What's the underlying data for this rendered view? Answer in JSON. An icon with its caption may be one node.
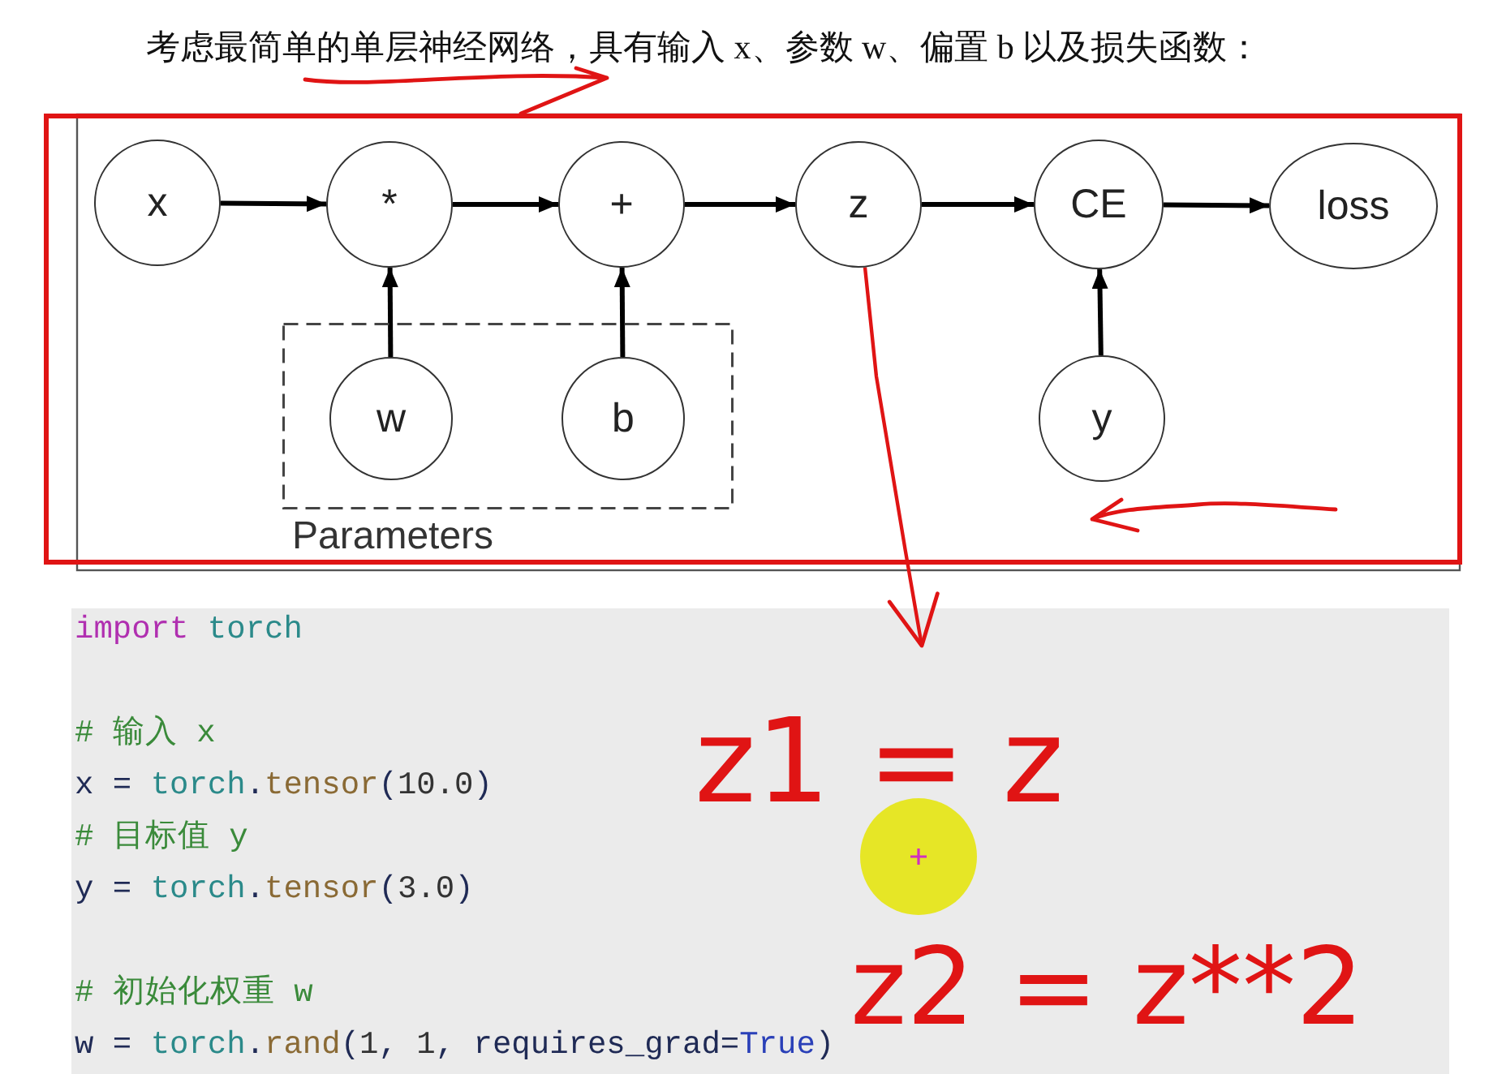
{
  "diagram": {
    "title": "考虑最简单的单层神经网络，具有输入 x、参数 w、偏置 b 以及损失函数：",
    "nodes": [
      {
        "text": [
          "x"
        ]
      },
      {
        "text": [
          "*"
        ]
      },
      {
        "text": [
          "+"
        ]
      },
      {
        "text": [
          "z"
        ]
      },
      {
        "text": [
          "CE"
        ]
      },
      {
        "text": [
          "loss"
        ]
      },
      {
        "text": [
          "Parameters"
        ]
      },
      {
        "text": [
          "w"
        ],
        "in": 6
      },
      {
        "text": [
          "b"
        ],
        "in": 6
      },
      {
        "text": [
          "y"
        ]
      }
    ],
    "edges": [
      {
        "from": 0,
        "to": 1,
        "arrow": "to"
      },
      {
        "from": 1,
        "to": 2,
        "arrow": "to"
      },
      {
        "from": 2,
        "to": 3,
        "arrow": "to"
      },
      {
        "from": 3,
        "to": 4,
        "arrow": "to"
      },
      {
        "from": 4,
        "to": 5,
        "arrow": "to"
      },
      {
        "from": 7,
        "to": 1,
        "arrow": "to"
      },
      {
        "from": 8,
        "to": 2,
        "arrow": "to"
      },
      {
        "from": 9,
        "to": 4,
        "arrow": "to"
      },
      {
        "from": 3,
        "to": null,
        "arrow": "to",
        "color": "#e01414"
      }
    ],
    "labels": [
      "import torch",
      "# 输入 x",
      "x = torch.tensor(10.0)",
      "# 目标值 y",
      "y = torch.tensor(3.0)",
      "# 初始化权重 w",
      "w = torch.rand(1, 1, requires_grad=True)",
      "z1 = z",
      "z2 = z**2"
    ]
  }
}
